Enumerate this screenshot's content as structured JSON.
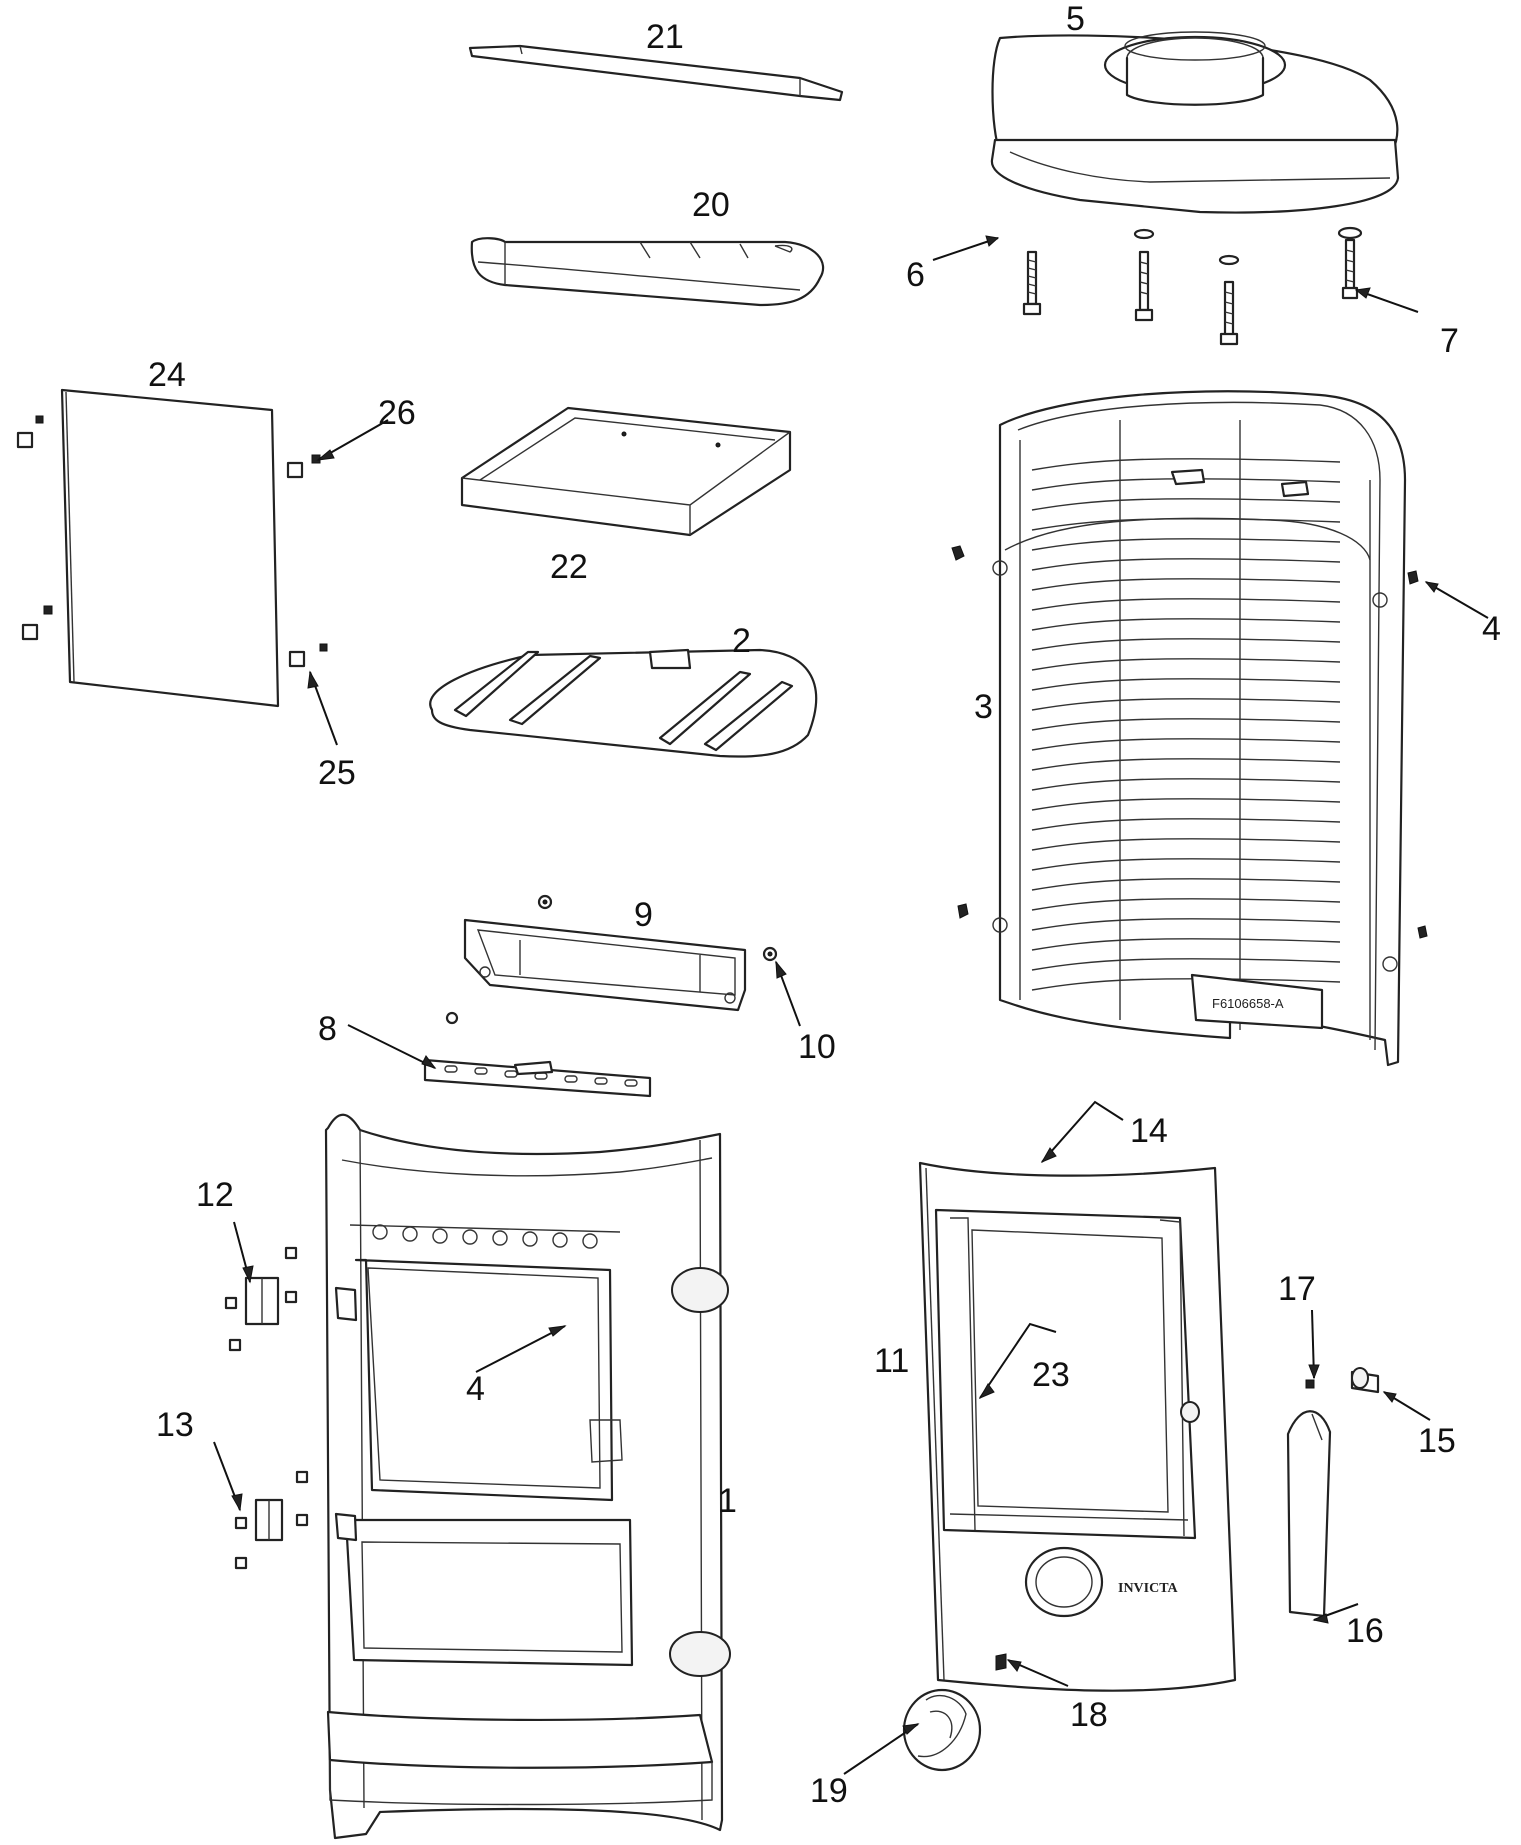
{
  "diagram": {
    "callouts": {
      "c1": "1",
      "c2": "2",
      "c3": "3",
      "c4a": "4",
      "c4b": "4",
      "c5": "5",
      "c6": "6",
      "c7": "7",
      "c8": "8",
      "c9": "9",
      "c10": "10",
      "c11": "11",
      "c12": "12",
      "c13": "13",
      "c14": "14",
      "c15": "15",
      "c16": "16",
      "c17": "17",
      "c18": "18",
      "c19": "19",
      "c20": "20",
      "c21": "21",
      "c22": "22",
      "c23": "23",
      "c24": "24",
      "c25": "25",
      "c26": "26"
    },
    "back_panel_stamp": "F6106658-A",
    "door_brand": "INVICTA"
  }
}
